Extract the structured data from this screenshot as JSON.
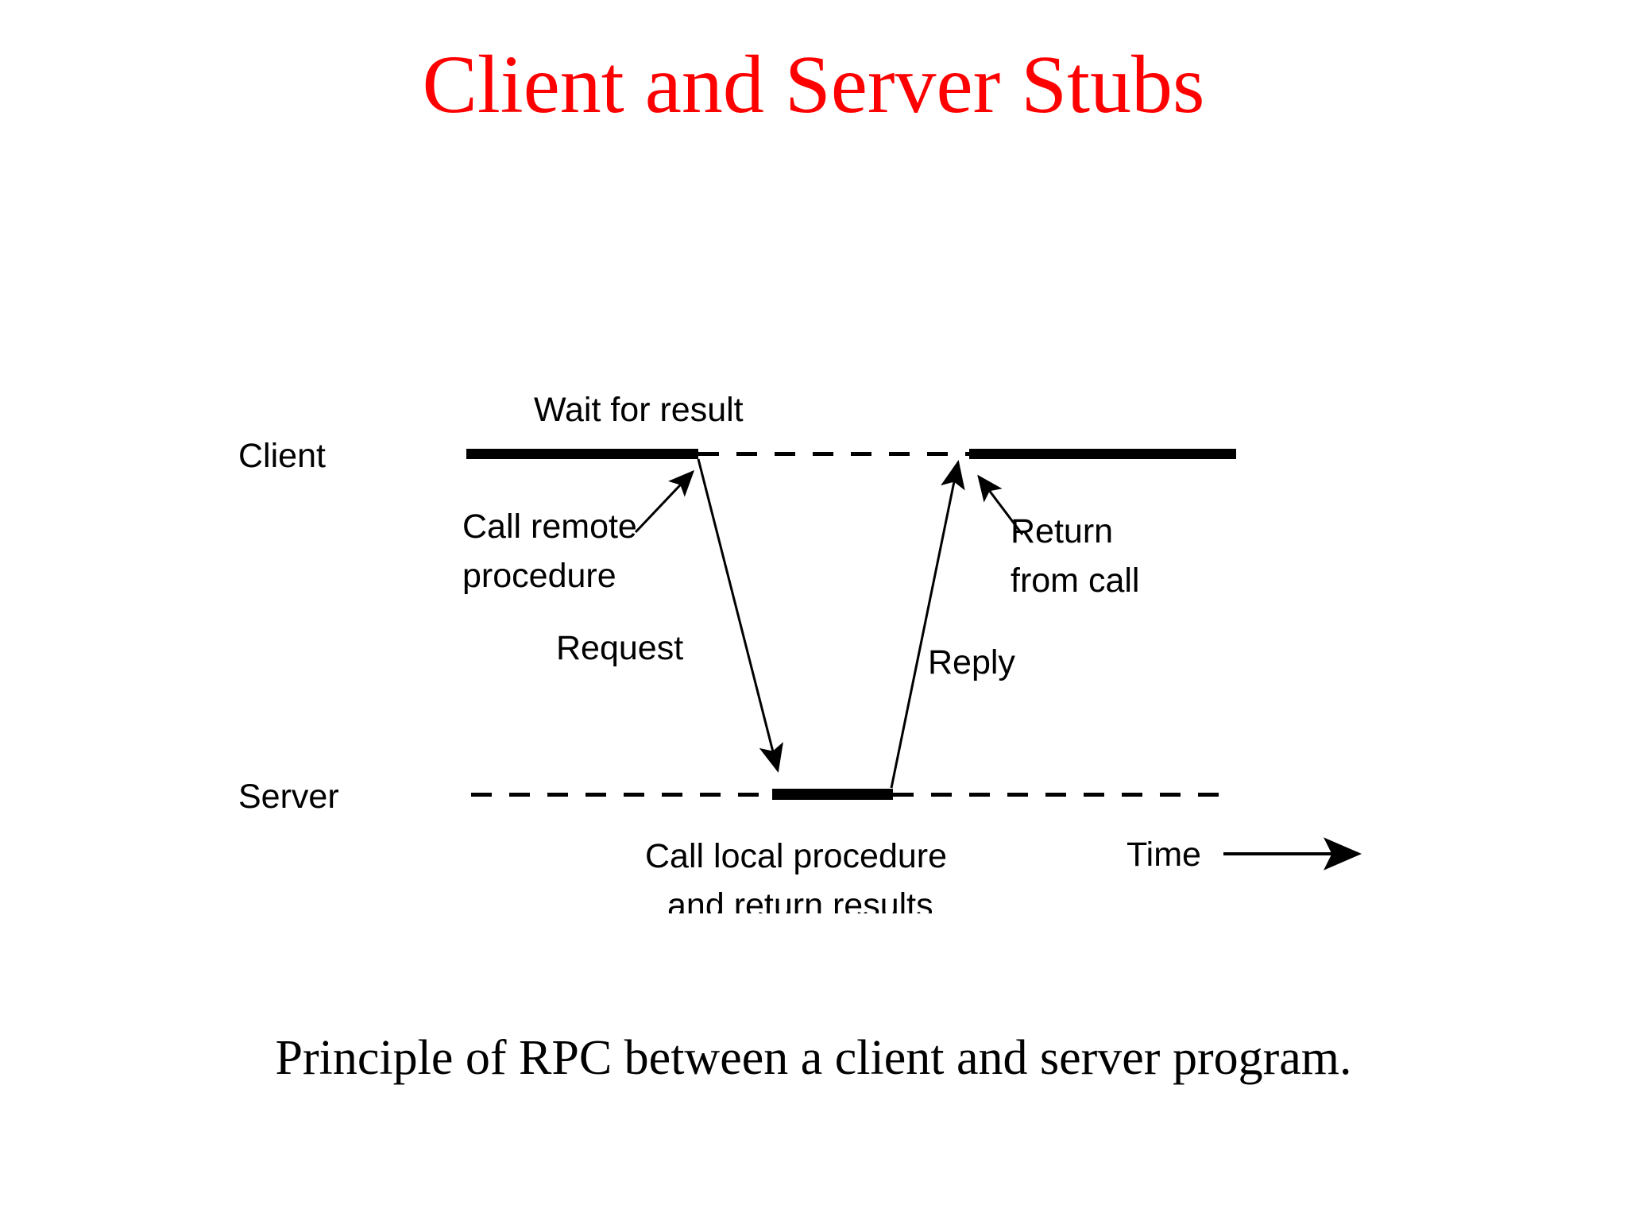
{
  "slide": {
    "title": "Client and Server Stubs",
    "title_color": "#ff0000",
    "caption": "Principle of RPC between a client and server program.",
    "caption_color": "#000000",
    "background_color": "#ffffff"
  },
  "diagram": {
    "name": "rpc-timing-diagram",
    "line_color": "#000000",
    "actors": {
      "client_label": "Client",
      "server_label": "Server"
    },
    "annotations": {
      "wait_for_result": "Wait for result",
      "call_remote_procedure_line1": "Call remote",
      "call_remote_procedure_line2": "procedure",
      "return_from_call_line1": "Return",
      "return_from_call_line2": "from call",
      "request": "Request",
      "reply": "Reply",
      "call_local_line1": "Call local procedure",
      "call_local_line2": "and return results",
      "time_axis": "Time"
    }
  }
}
